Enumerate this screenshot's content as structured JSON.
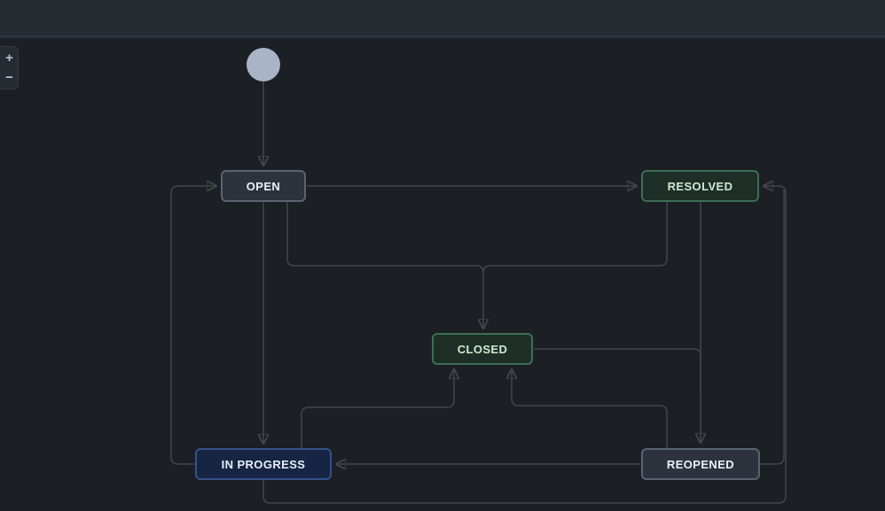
{
  "topbar": {},
  "zoom_controls": {
    "zoom_in_label": "+",
    "zoom_out_label": "−"
  },
  "colors": {
    "canvas_background": "#1c1f24",
    "topbar_background": "#272b32",
    "edge_line": "#40464f",
    "arrowhead": "#5f6773",
    "start_node_fill": "#a9b4c7",
    "status_grey_fill": "#2d333c",
    "status_grey_border": "#5a6372",
    "status_green_fill": "#1d2f27",
    "status_green_border": "#3f6e55",
    "status_blue_fill": "#152543",
    "status_blue_border": "#33518a"
  },
  "diagram": {
    "type": "workflow",
    "start_node": {
      "id": "start",
      "shape": "circle"
    },
    "nodes": [
      {
        "id": "open",
        "label": "OPEN",
        "category": "grey"
      },
      {
        "id": "resolved",
        "label": "RESOLVED",
        "category": "green"
      },
      {
        "id": "closed",
        "label": "CLOSED",
        "category": "green"
      },
      {
        "id": "in_progress",
        "label": "IN PROGRESS",
        "category": "blue"
      },
      {
        "id": "reopened",
        "label": "REOPENED",
        "category": "grey"
      }
    ],
    "edges": [
      {
        "from": "start",
        "to": "open"
      },
      {
        "from": "open",
        "to": "resolved"
      },
      {
        "from": "open",
        "to": "closed"
      },
      {
        "from": "resolved",
        "to": "closed"
      },
      {
        "from": "resolved",
        "to": "reopened"
      },
      {
        "from": "closed",
        "to": "reopened"
      },
      {
        "from": "open",
        "to": "in_progress"
      },
      {
        "from": "in_progress",
        "to": "open"
      },
      {
        "from": "in_progress",
        "to": "closed"
      },
      {
        "from": "reopened",
        "to": "closed"
      },
      {
        "from": "reopened",
        "to": "in_progress"
      },
      {
        "from": "in_progress",
        "to": "resolved"
      },
      {
        "from": "reopened",
        "to": "resolved"
      }
    ]
  }
}
